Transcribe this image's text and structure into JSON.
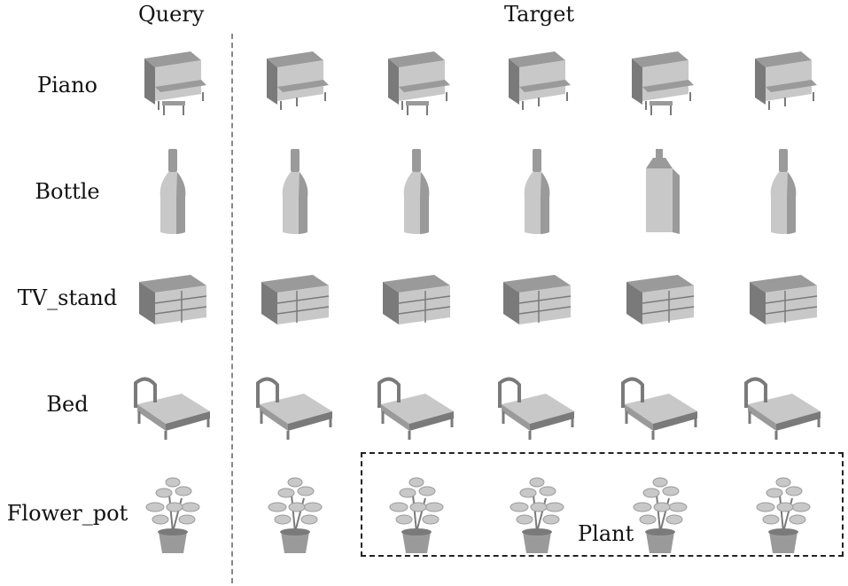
{
  "headers": {
    "query": "Query",
    "target": "Target"
  },
  "rows": [
    {
      "label": "Piano",
      "icon": "piano-icon"
    },
    {
      "label": "Bottle",
      "icon": "bottle-icon"
    },
    {
      "label": "TV_stand",
      "icon": "tv-stand-icon"
    },
    {
      "label": "Bed",
      "icon": "bed-icon"
    },
    {
      "label": "Flower_pot",
      "icon": "flower-pot-icon"
    }
  ],
  "group_label": "Plant",
  "colors": {
    "model_fill": "#c8c8c8",
    "model_shade": "#9a9a9a",
    "model_dark": "#7a7a7a",
    "divider": "#888888",
    "box": "#222222"
  }
}
